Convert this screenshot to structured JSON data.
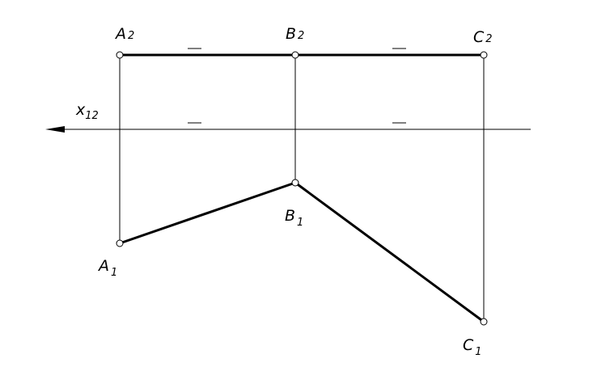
{
  "axis": {
    "label": "x",
    "subscript": "12"
  },
  "points": [
    {
      "id": "A2",
      "letter": "A",
      "sub": "2"
    },
    {
      "id": "B2",
      "letter": "B",
      "sub": "2"
    },
    {
      "id": "C2",
      "letter": "C",
      "sub": "2"
    },
    {
      "id": "A1",
      "letter": "A",
      "sub": "1"
    },
    {
      "id": "B1",
      "letter": "B",
      "sub": "1"
    },
    {
      "id": "C1",
      "letter": "C",
      "sub": "1"
    }
  ],
  "colors": {
    "line": "#000000",
    "background": "#ffffff"
  }
}
